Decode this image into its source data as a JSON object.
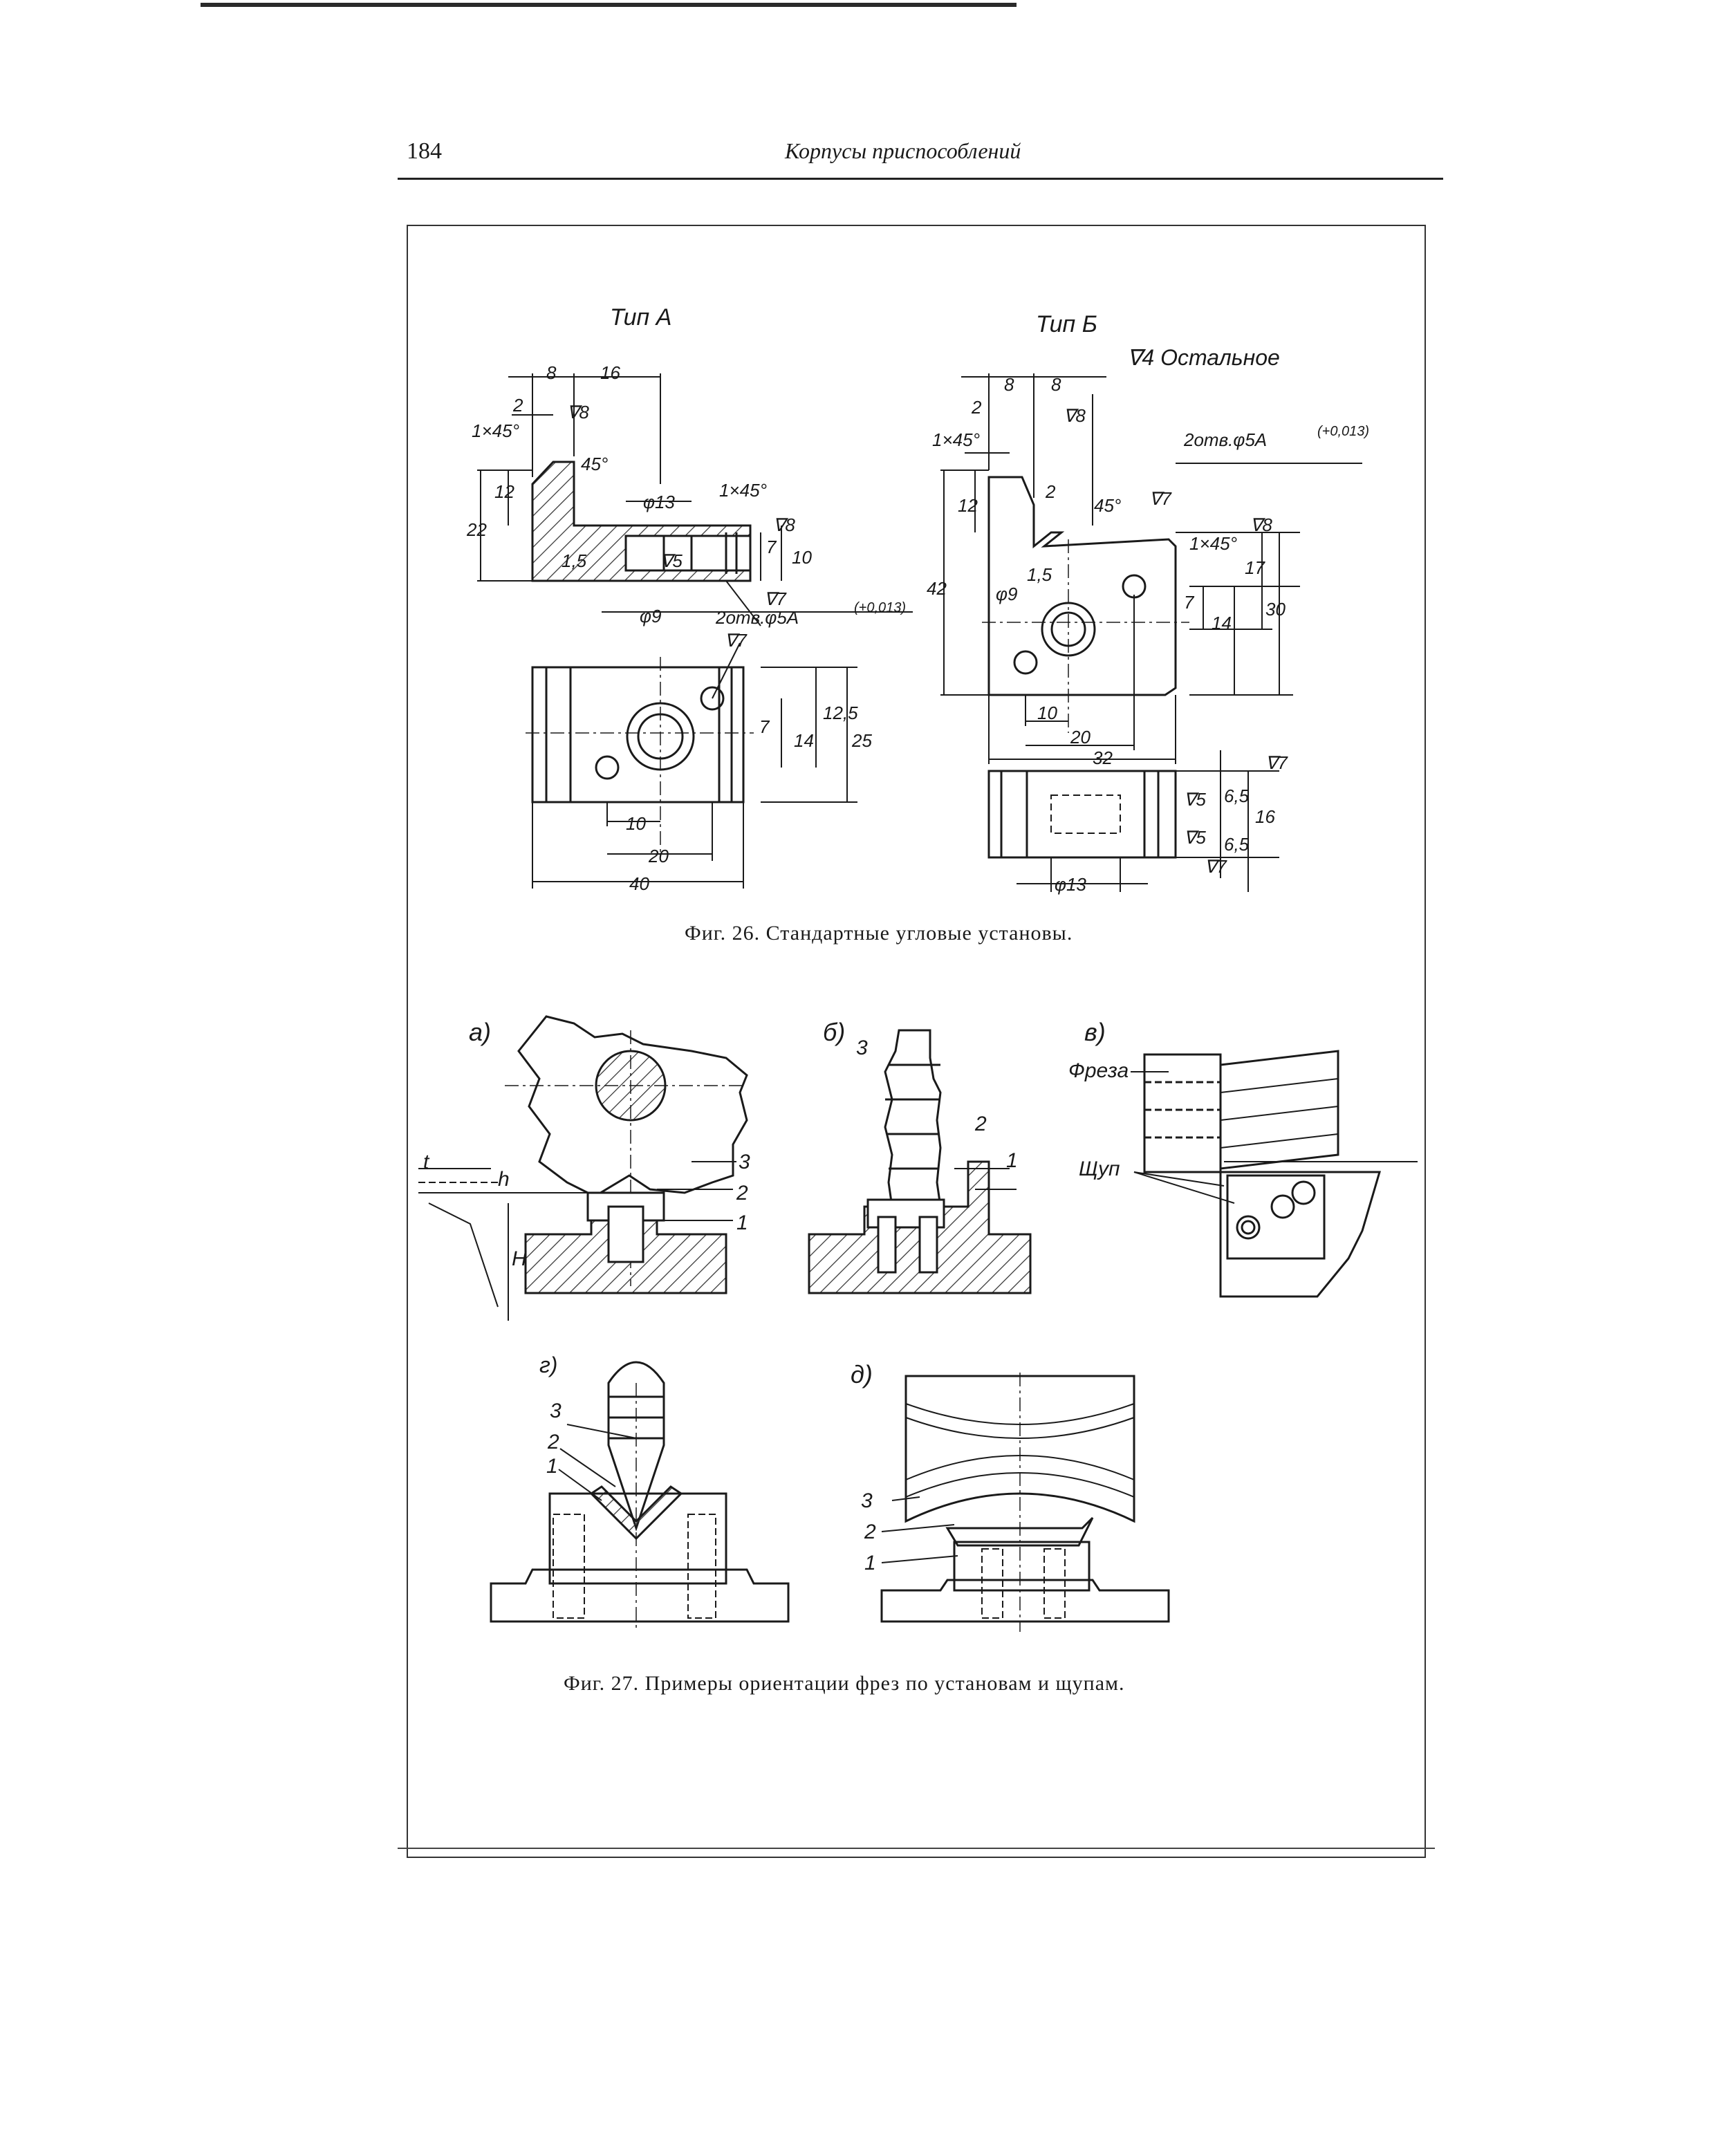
{
  "header": {
    "page_number": "184",
    "running_title": "Корпусы приспособлений"
  },
  "figure26": {
    "caption": "Фиг. 26. Стандартные угловые установы.",
    "type_a": {
      "title": "Тип А",
      "dims": [
        "8",
        "16",
        "2",
        "1×45°",
        "45°",
        "22",
        "12",
        "1,5",
        "φ13",
        "1×45°",
        "∇8",
        "∇5",
        "7",
        "10",
        "∇7",
        "φ9",
        "2отв.φ5А",
        "(+0,013)",
        "∇7",
        "7",
        "14",
        "12,5",
        "25",
        "10",
        "20",
        "40",
        "∇8"
      ]
    },
    "type_b": {
      "title": "Тип Б",
      "finish_note": "∇4 Остальное",
      "dims": [
        "8",
        "8",
        "∇8",
        "2",
        "1×45°",
        "12",
        "42",
        "2",
        "45°",
        "∇7",
        "2отв.φ5А",
        "(+0,013)",
        "1,5",
        "1×45°",
        "∇8",
        "φ9",
        "17",
        "7",
        "14",
        "30",
        "10",
        "20",
        "32",
        "∇7",
        "6,5",
        "∇5",
        "∇5",
        "6,5",
        "16",
        "φ13",
        "∇7"
      ]
    }
  },
  "figure27": {
    "caption": "Фиг. 27. Примеры ориентации фрез по установам и щупам.",
    "a": {
      "label": "а)",
      "callouts": [
        "3",
        "2",
        "1",
        "t",
        "h",
        "H"
      ]
    },
    "b": {
      "label": "б)",
      "callouts": [
        "3",
        "2",
        "1"
      ]
    },
    "v": {
      "label": "в)",
      "callouts": [
        "Фреза",
        "Щуп"
      ]
    },
    "g": {
      "label": "г)",
      "callouts": [
        "3",
        "2",
        "1"
      ]
    },
    "d": {
      "label": "д)",
      "callouts": [
        "3",
        "2",
        "1"
      ]
    }
  }
}
